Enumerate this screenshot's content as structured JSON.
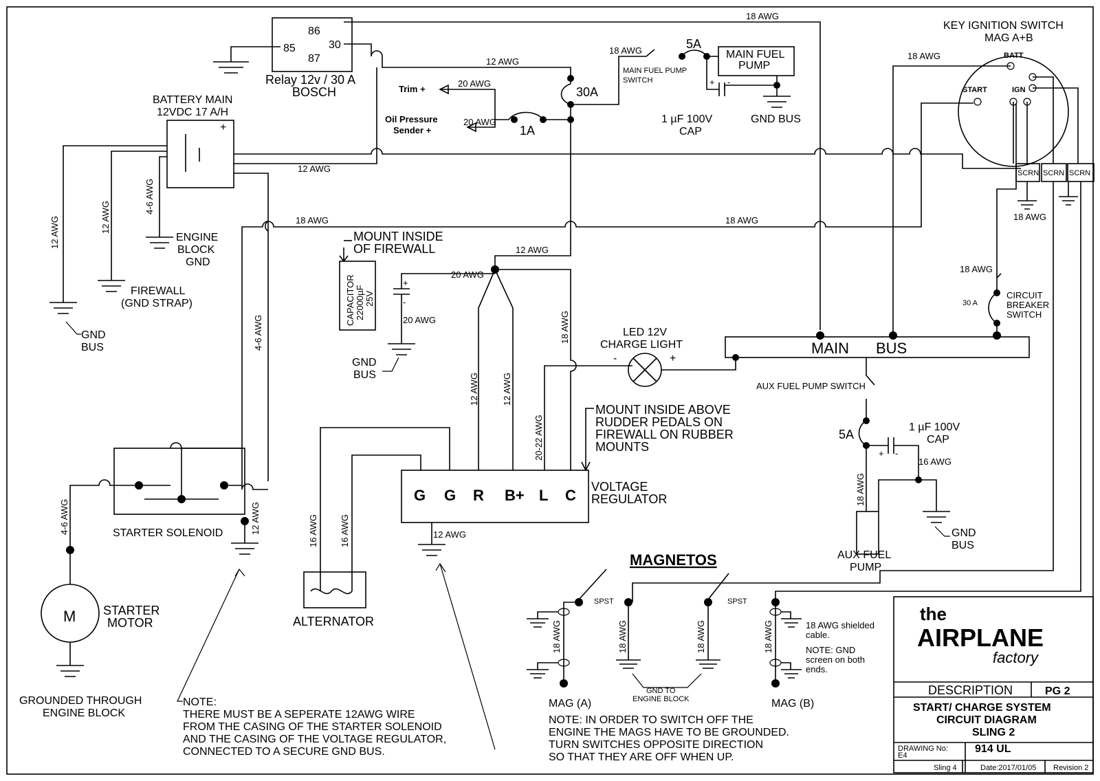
{
  "relay": {
    "title": "Relay 12v / 30 A",
    "subtitle": "BOSCH",
    "pin86": "86",
    "pin85": "85",
    "pin87": "87",
    "pin30": "30"
  },
  "battery": {
    "title": "BATTERY MAIN",
    "spec": "12VDC 17 A/H",
    "plus": "+"
  },
  "wires": {
    "awg18": "18 AWG",
    "awg12": "12 AWG",
    "awg20": "20 AWG",
    "awg46": "4-6 AWG",
    "awg16": "16 AWG",
    "awg2022": "20-22 AWG"
  },
  "fuses": {
    "f30a": "30A",
    "f1a": "1A",
    "f5a": "5A",
    "f5a_aux": "5A",
    "cb30": "30 A"
  },
  "outputs": {
    "trim": "Trim +",
    "oil_1": "Oil Pressure",
    "oil_2": "Sender +"
  },
  "main_fuel": {
    "switch_1": "MAIN FUEL PUMP",
    "switch_2": "SWITCH",
    "pump_1": "MAIN FUEL",
    "pump_2": "PUMP",
    "cap_1": "1 µF 100V",
    "cap_2": "CAP",
    "gnd": "GND BUS",
    "plus": "+",
    "minus": "-"
  },
  "ignition": {
    "title_1": "KEY IGNITION SWITCH",
    "title_2": "MAG A+B",
    "batt": "BATT",
    "start": "START",
    "ign": "IGN",
    "scrn": "SCRN",
    "cb_1": "CIRCUIT",
    "cb_2": "BREAKER",
    "cb_3": "SWITCH"
  },
  "grounds": {
    "engine_block_1": "ENGINE",
    "engine_block_2": "BLOCK",
    "engine_block_3": "GND",
    "firewall_1": "FIREWALL",
    "firewall_2": "(GND STRAP)",
    "gnd": "GND",
    "bus": "BUS"
  },
  "capacitor": {
    "mount_1": "MOUNT INSIDE",
    "mount_2": "OF FIREWALL",
    "name": "CAPACITOR",
    "value": "22000µF",
    "voltage": "25V",
    "plus": "+",
    "minus": "-"
  },
  "charge_light": {
    "title_1": "LED 12V",
    "title_2": "CHARGE LIGHT",
    "minus": "-",
    "plus": "+"
  },
  "main_bus": {
    "label_1": "MAIN",
    "label_2": "BUS"
  },
  "aux_fuel": {
    "switch": "AUX FUEL PUMP SWITCH",
    "cap_1": "1 µF 100V",
    "cap_2": "CAP",
    "pump_1": "AUX FUEL",
    "pump_2": "PUMP",
    "plus": "+",
    "minus": "-"
  },
  "regulator": {
    "mount_1": "MOUNT INSIDE ABOVE",
    "mount_2": "RUDDER PEDALS ON",
    "mount_3": "FIREWALL ON RUBBER",
    "mount_4": "MOUNTS",
    "terminals": [
      "G",
      "G",
      "R",
      "B+",
      "L",
      "C"
    ],
    "name_1": "VOLTAGE",
    "name_2": "REGULATOR"
  },
  "starter": {
    "solenoid": "STARTER SOLENOID",
    "motor_1": "STARTER",
    "motor_2": "MOTOR",
    "motor_symbol": "M",
    "grounded_1": "GROUNDED THROUGH",
    "grounded_2": "ENGINE BLOCK"
  },
  "alternator": {
    "name": "ALTERNATOR"
  },
  "note_ground": {
    "title": "NOTE:",
    "line1": "THERE MUST BE A SEPERATE 12AWG WIRE",
    "line2": "FROM THE CASING OF THE STARTER SOLENOID",
    "line3": "AND THE CASING OF THE VOLTAGE REGULATOR,",
    "line4": "CONNECTED TO A SECURE GND BUS."
  },
  "magnetos": {
    "title": "MAGNETOS",
    "spst": "SPST",
    "mag_a": "MAG (A)",
    "mag_b": "MAG (B)",
    "gnd_engine_1": "GND TO",
    "gnd_engine_2": "ENGINE BLOCK",
    "shielded_1": "18 AWG shielded",
    "shielded_2": "cable.",
    "screen_1": "NOTE: GND",
    "screen_2": "screen on both",
    "screen_3": "ends.",
    "note_1": "NOTE: IN ORDER TO SWITCH OFF THE",
    "note_2": "ENGINE THE MAGS HAVE TO BE GROUNDED.",
    "note_3": "TURN SWITCHES OPPOSITE DIRECTION",
    "note_4": "SO THAT THEY ARE OFF WHEN UP."
  },
  "title_block": {
    "logo_the": "the",
    "logo_main": "AIRPLANE",
    "logo_sub": "factory",
    "description": "DESCRIPTION",
    "page": "PG 2",
    "title_1": "START/ CHARGE SYSTEM",
    "title_2": "CIRCUIT DIAGRAM",
    "title_3": "SLING 2",
    "title_4": "914 UL",
    "drawing_no_label": "DRAWING No:",
    "drawing_no": "E4",
    "model": "Sling 4",
    "date": "Date:2017/01/05",
    "revision": "Revision 2"
  }
}
